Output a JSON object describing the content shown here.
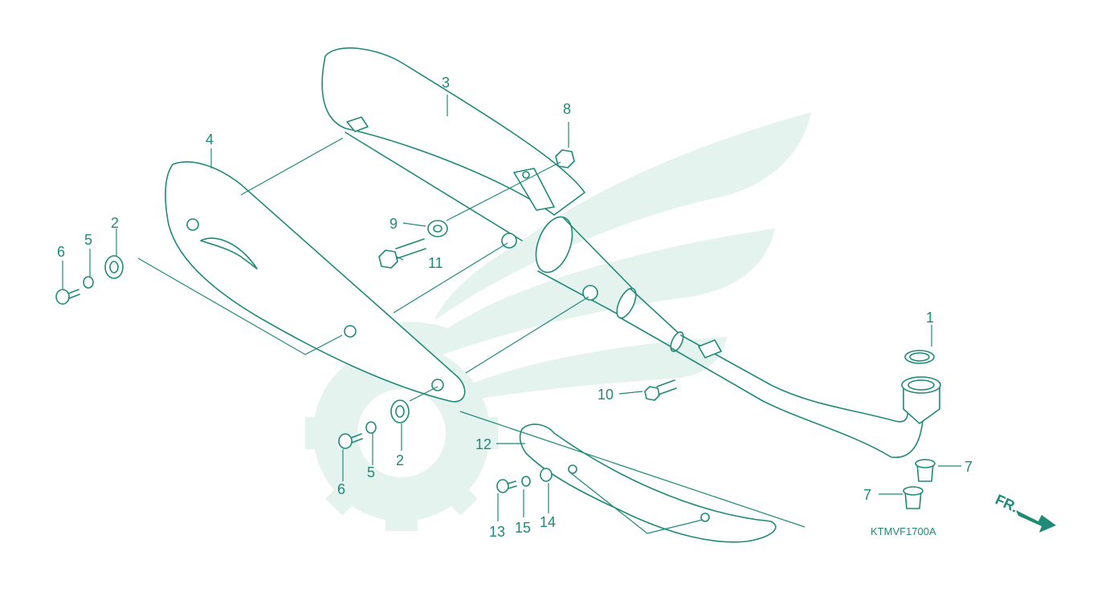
{
  "diagram": {
    "part_code": "KTMVF1700A",
    "direction_label": "FR.",
    "ink_color": "#1f8a78",
    "watermark_color": "#e4f3ee",
    "callouts": [
      "1",
      "2",
      "2",
      "3",
      "4",
      "5",
      "5",
      "6",
      "6",
      "7",
      "7",
      "8",
      "9",
      "10",
      "11",
      "12",
      "13",
      "14",
      "15"
    ]
  }
}
